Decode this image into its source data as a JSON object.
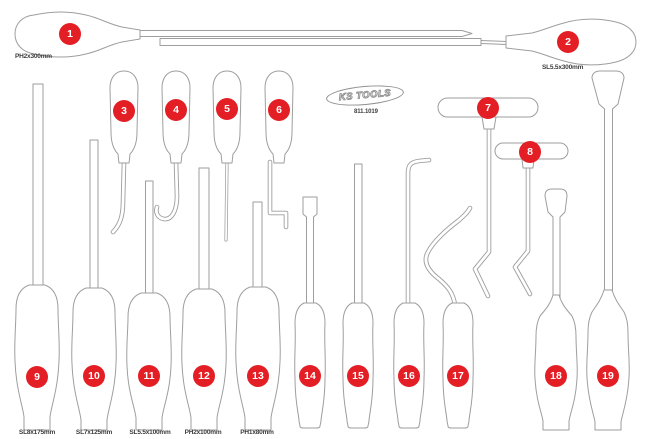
{
  "brand": {
    "logo_text": "KS TOOLS",
    "part_number": "811.1019"
  },
  "colors": {
    "marker_red": "#e31e25",
    "outline_gray": "#9e9e9e",
    "label_color": "#3c3c3c"
  },
  "tools": [
    {
      "number": "1",
      "label": "PH2x300mm"
    },
    {
      "number": "2",
      "label": "SL5.5x300mm"
    },
    {
      "number": "3"
    },
    {
      "number": "4"
    },
    {
      "number": "5"
    },
    {
      "number": "6"
    },
    {
      "number": "7"
    },
    {
      "number": "8"
    },
    {
      "number": "9",
      "label": "SL8x175mm"
    },
    {
      "number": "10",
      "label": "SL7x125mm"
    },
    {
      "number": "11",
      "label": "SL5.5x100mm"
    },
    {
      "number": "12",
      "label": "PH2x100mm"
    },
    {
      "number": "13",
      "label": "PH1x80mm"
    },
    {
      "number": "14"
    },
    {
      "number": "15"
    },
    {
      "number": "16"
    },
    {
      "number": "17"
    },
    {
      "number": "18"
    },
    {
      "number": "19"
    }
  ]
}
